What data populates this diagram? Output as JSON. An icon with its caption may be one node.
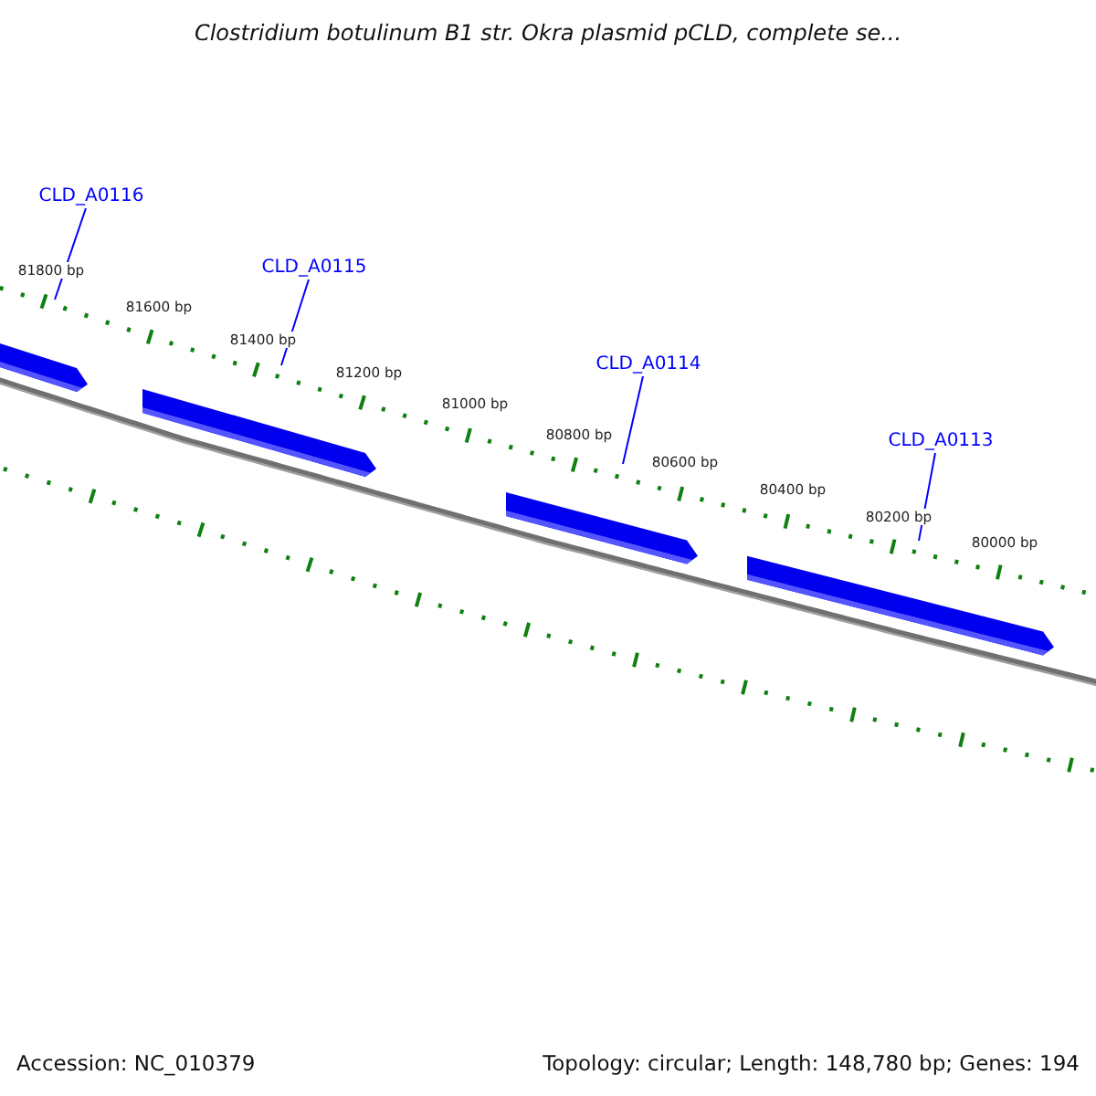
{
  "diagram": {
    "title": "Clostridium botulinum B1 str. Okra plasmid pCLD, complete se...",
    "nodes": [
      {
        "text": [
          "CLD_A0116"
        ]
      },
      {
        "text": [
          "CLD_A0115"
        ]
      },
      {
        "text": [
          "CLD_A0114"
        ]
      },
      {
        "text": [
          "CLD_A0113"
        ]
      }
    ],
    "edges": [
      {
        "from": 0,
        "to": null,
        "arrow": "none"
      },
      {
        "from": 1,
        "to": null,
        "arrow": "none"
      },
      {
        "from": 2,
        "to": null,
        "arrow": "none"
      },
      {
        "from": 3,
        "to": null,
        "arrow": "none"
      }
    ],
    "labels": [
      "81800 bp",
      "81600 bp",
      "81400 bp",
      "81200 bp",
      "81000 bp",
      "80800 bp",
      "80600 bp",
      "80400 bp",
      "80200 bp",
      "80000 bp",
      "Accession: NC_010379",
      "Topology: circular; Length: 148,780 bp; Genes: 194"
    ]
  }
}
